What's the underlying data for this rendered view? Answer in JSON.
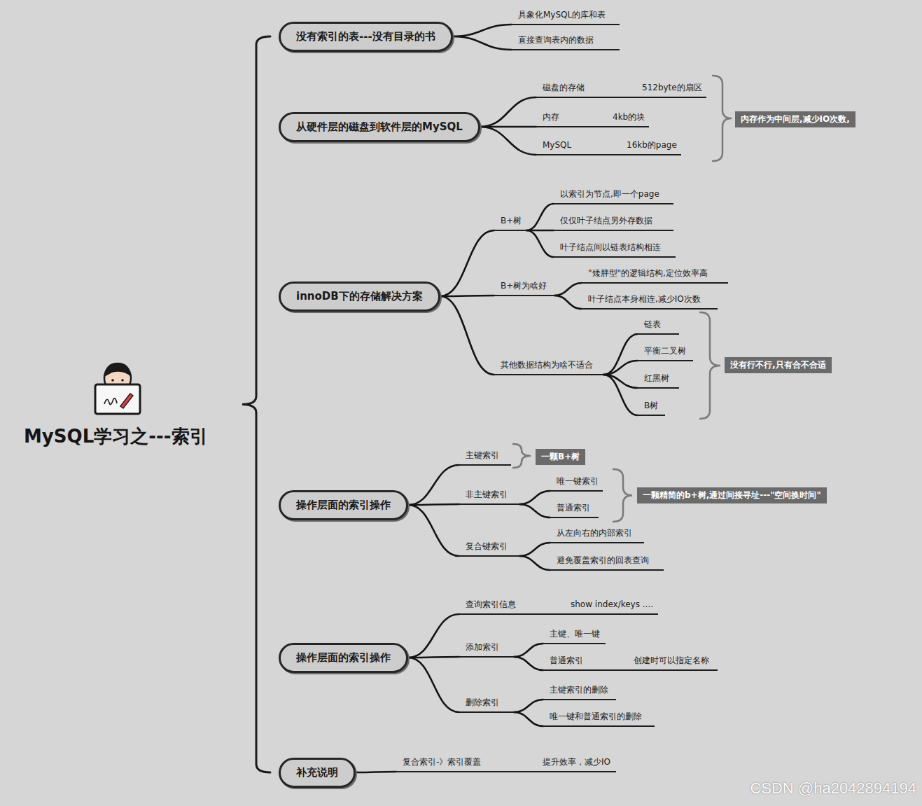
{
  "diagram": {
    "title": "MySQL学习之---索引",
    "nodes": [
      {
        "text": [
          "没有索引的表---没有目录的书"
        ]
      },
      {
        "text": [
          "具象化MySQL的库和表"
        ]
      },
      {
        "text": [
          "直接查询表内的数据"
        ]
      },
      {
        "text": [
          "从硬件层的磁盘到软件层的MySQL"
        ]
      },
      {
        "text": [
          "磁盘的存储",
          "512byte的扇区"
        ]
      },
      {
        "text": [
          "内存",
          "4kb的块"
        ]
      },
      {
        "text": [
          "MySQL",
          "16kb的page"
        ]
      },
      {
        "text": [
          "内存作为中间层,减少IO次数,"
        ]
      },
      {
        "text": [
          "innoDB下的存储解决方案"
        ]
      },
      {
        "text": [
          "B+树"
        ]
      },
      {
        "text": [
          "以索引为节点,即一个page"
        ]
      },
      {
        "text": [
          "仅仅叶子结点另外存数据"
        ]
      },
      {
        "text": [
          "叶子结点间以链表结构相连"
        ]
      },
      {
        "text": [
          "B+树为啥好"
        ]
      },
      {
        "text": [
          "\"矮胖型\"的逻辑结构,定位效率高"
        ]
      },
      {
        "text": [
          "叶子结点本身相连,减少IO次数"
        ]
      },
      {
        "text": [
          "其他数据结构为啥不适合"
        ]
      },
      {
        "text": [
          "链表"
        ]
      },
      {
        "text": [
          "平衡二叉树"
        ]
      },
      {
        "text": [
          "红黑树"
        ]
      },
      {
        "text": [
          "B树"
        ]
      },
      {
        "text": [
          "没有行不行,只有合不合适"
        ]
      },
      {
        "text": [
          "操作层面的索引操作"
        ]
      },
      {
        "text": [
          "主键索引"
        ]
      },
      {
        "text": [
          "一颗B+树"
        ]
      },
      {
        "text": [
          "非主键索引"
        ]
      },
      {
        "text": [
          "唯一键索引"
        ]
      },
      {
        "text": [
          "普通索引"
        ]
      },
      {
        "text": [
          "一颗精简的b+树,通过间接寻址---\"空间换时间\""
        ]
      },
      {
        "text": [
          "复合键索引"
        ]
      },
      {
        "text": [
          "从左向右的内部索引"
        ]
      },
      {
        "text": [
          "避免覆盖索引的回表查询"
        ]
      },
      {
        "text": [
          "操作层面的索引操作"
        ]
      },
      {
        "text": [
          "查询索引信息",
          "show index/keys ...."
        ]
      },
      {
        "text": [
          "添加索引"
        ]
      },
      {
        "text": [
          "主键、唯一键"
        ]
      },
      {
        "text": [
          "普通索引",
          "创建时可以指定名称"
        ]
      },
      {
        "text": [
          "删除索引"
        ]
      },
      {
        "text": [
          "主键索引的删除"
        ]
      },
      {
        "text": [
          "唯一键和普通索引的删除"
        ]
      },
      {
        "text": [
          "补充说明"
        ]
      },
      {
        "text": [
          "复合索引-》索引覆盖",
          "提升效率，减少IO"
        ]
      }
    ],
    "edges": [
      {
        "from": 0,
        "to": 1,
        "arrow": "none"
      },
      {
        "from": 0,
        "to": 2,
        "arrow": "none"
      },
      {
        "from": 3,
        "to": 4,
        "arrow": "none"
      },
      {
        "from": 3,
        "to": 5,
        "arrow": "none"
      },
      {
        "from": 3,
        "to": 6,
        "arrow": "none"
      },
      {
        "from": 8,
        "to": 9,
        "arrow": "none"
      },
      {
        "from": 9,
        "to": 10,
        "arrow": "none"
      },
      {
        "from": 9,
        "to": 11,
        "arrow": "none"
      },
      {
        "from": 9,
        "to": 12,
        "arrow": "none"
      },
      {
        "from": 8,
        "to": 13,
        "arrow": "none"
      },
      {
        "from": 13,
        "to": 14,
        "arrow": "none"
      },
      {
        "from": 13,
        "to": 15,
        "arrow": "none"
      },
      {
        "from": 8,
        "to": 16,
        "arrow": "none"
      },
      {
        "from": 16,
        "to": 17,
        "arrow": "none"
      },
      {
        "from": 16,
        "to": 18,
        "arrow": "none"
      },
      {
        "from": 16,
        "to": 19,
        "arrow": "none"
      },
      {
        "from": 16,
        "to": 20,
        "arrow": "none"
      },
      {
        "from": 22,
        "to": 23,
        "arrow": "none"
      },
      {
        "from": 22,
        "to": 25,
        "arrow": "none"
      },
      {
        "from": 25,
        "to": 26,
        "arrow": "none"
      },
      {
        "from": 25,
        "to": 27,
        "arrow": "none"
      },
      {
        "from": 22,
        "to": 29,
        "arrow": "none"
      },
      {
        "from": 29,
        "to": 30,
        "arrow": "none"
      },
      {
        "from": 29,
        "to": 31,
        "arrow": "none"
      },
      {
        "from": 32,
        "to": 33,
        "arrow": "none"
      },
      {
        "from": 32,
        "to": 34,
        "arrow": "none"
      },
      {
        "from": 34,
        "to": 35,
        "arrow": "none"
      },
      {
        "from": 34,
        "to": 36,
        "arrow": "none"
      },
      {
        "from": 32,
        "to": 37,
        "arrow": "none"
      },
      {
        "from": 37,
        "to": 38,
        "arrow": "none"
      },
      {
        "from": 37,
        "to": 39,
        "arrow": "none"
      },
      {
        "from": 40,
        "to": 41,
        "arrow": "none"
      }
    ],
    "labels": [
      "CSDN @ha2042894194"
    ]
  }
}
